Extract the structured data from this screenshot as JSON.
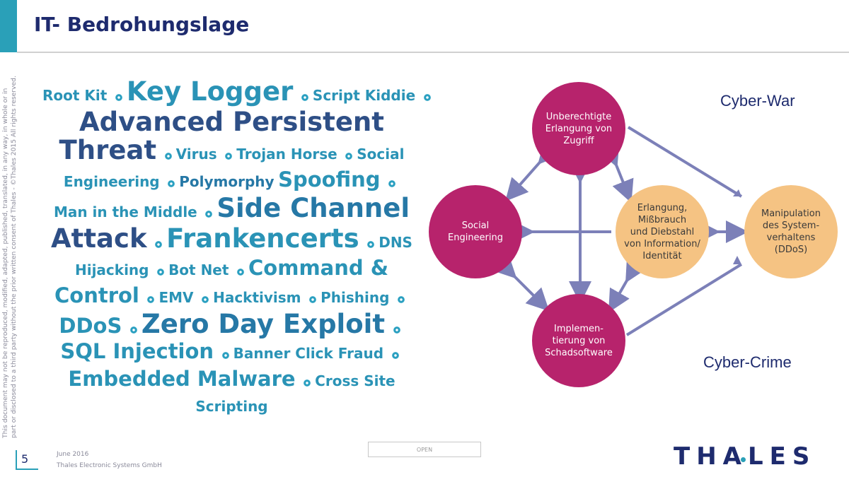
{
  "slide": {
    "title": "IT- Bedrohungslage",
    "legal_lines": [
      "This document may not be reproduced, modified, adapted, published, translated, in any way, in whole or in",
      "part or disclosed to a third party without the prior written consent of Thales - ©Thales 2015 All rights reserved."
    ]
  },
  "word_cloud": {
    "lines": [
      [
        {
          "t": "Root Kit",
          "s": "s",
          "c": "teal"
        },
        {
          "b": true
        },
        {
          "t": "Key Logger",
          "s": "l",
          "c": "teal"
        },
        {
          "b": true
        },
        {
          "t": "Script Kiddie",
          "s": "s",
          "c": "teal"
        },
        {
          "b": true
        }
      ],
      [
        {
          "t": "Advanced Persistent",
          "s": "l",
          "c": "navy"
        }
      ],
      [
        {
          "t": "Threat",
          "s": "l",
          "c": "navy"
        },
        {
          "b": true
        },
        {
          "t": "Virus",
          "s": "s",
          "c": "teal"
        },
        {
          "b": true
        },
        {
          "t": "Trojan Horse",
          "s": "s",
          "c": "teal"
        },
        {
          "b": true
        },
        {
          "t": "Social",
          "s": "s",
          "c": "teal"
        }
      ],
      [
        {
          "t": "Engineering",
          "s": "s",
          "c": "teal"
        },
        {
          "b": true
        },
        {
          "t": "Polymorphy",
          "s": "s",
          "c": "mid"
        },
        {
          "t": "Spoofing",
          "s": "m",
          "c": "teal"
        },
        {
          "b": true
        }
      ],
      [
        {
          "t": "Man in the Middle",
          "s": "s",
          "c": "teal"
        },
        {
          "b": true
        },
        {
          "t": "Side Channel",
          "s": "l",
          "c": "mid"
        }
      ],
      [
        {
          "t": "Attack",
          "s": "l",
          "c": "navy"
        },
        {
          "b": true
        },
        {
          "t": "Frankencerts",
          "s": "l",
          "c": "teal"
        },
        {
          "b": true
        },
        {
          "t": "DNS",
          "s": "s",
          "c": "teal"
        }
      ],
      [
        {
          "t": "Hijacking",
          "s": "s",
          "c": "teal"
        },
        {
          "b": true
        },
        {
          "t": "Bot Net",
          "s": "s",
          "c": "teal"
        },
        {
          "b": true
        },
        {
          "t": "Command &",
          "s": "m",
          "c": "teal"
        }
      ],
      [
        {
          "t": "Control",
          "s": "m",
          "c": "teal"
        },
        {
          "b": true
        },
        {
          "t": "EMV",
          "s": "s",
          "c": "teal"
        },
        {
          "b": true
        },
        {
          "t": "Hacktivism",
          "s": "s",
          "c": "teal"
        },
        {
          "b": true
        },
        {
          "t": "Phishing",
          "s": "s",
          "c": "teal"
        },
        {
          "b": true
        }
      ],
      [
        {
          "t": "DDoS",
          "s": "m",
          "c": "teal"
        },
        {
          "b": true
        },
        {
          "t": "Zero Day Exploit",
          "s": "l",
          "c": "mid"
        },
        {
          "b": true
        }
      ],
      [
        {
          "t": "SQL Injection",
          "s": "m",
          "c": "teal"
        },
        {
          "b": true
        },
        {
          "t": "Banner Click Fraud",
          "s": "s",
          "c": "teal"
        },
        {
          "b": true
        }
      ],
      [
        {
          "t": "Embedded Malware",
          "s": "m",
          "c": "teal"
        },
        {
          "b": true
        },
        {
          "t": "Cross Site",
          "s": "s",
          "c": "teal"
        }
      ],
      [
        {
          "t": "Scripting",
          "s": "s",
          "c": "teal"
        }
      ]
    ]
  },
  "diagram": {
    "colors": {
      "magenta": "#b7236c",
      "peach": "#f5c383",
      "arrow": "#7c80b8"
    },
    "label_war": "Cyber-War",
    "label_crime": "Cyber-Crime",
    "nodes": {
      "zugriff": "Unberechtigte\nErlangung von\nZugriff",
      "social": "Social\nEngineering",
      "erlangung": "Erlangung,\nMißbrauch\nund Diebstahl\nvon Information/\nIdentität",
      "manipulation": "Manipulation\ndes System-\nverhaltens\n(DDoS)",
      "schadsoftware": "Implemen-\ntierung von\nSchadsoftware"
    }
  },
  "footer": {
    "page_number": "5",
    "date": "June 2016",
    "company": "Thales Electronic Systems GmbH",
    "classification": "OPEN",
    "logo": "THALES"
  }
}
